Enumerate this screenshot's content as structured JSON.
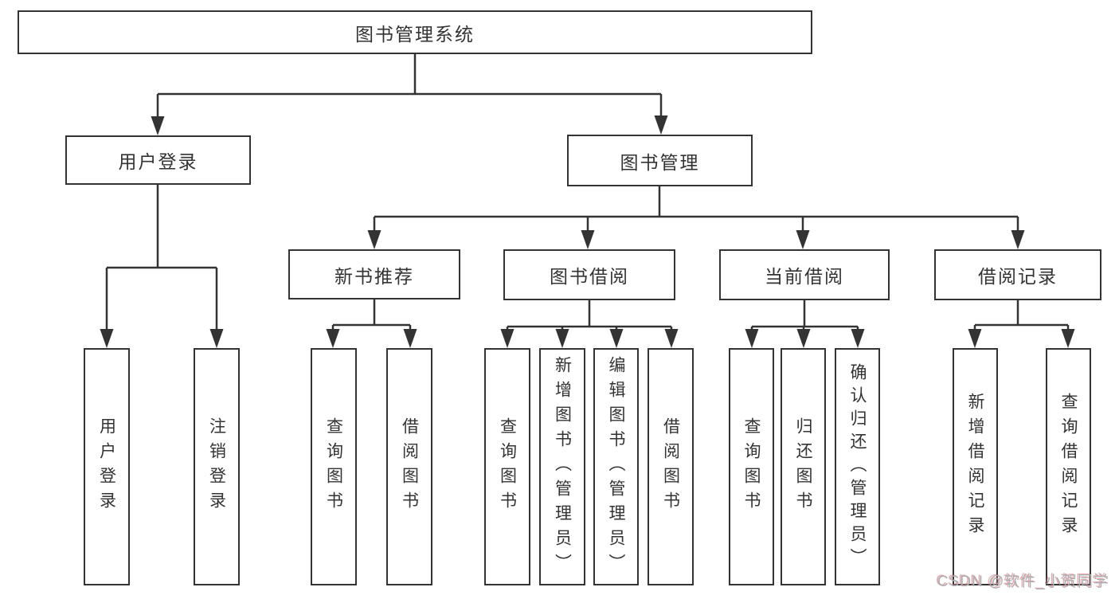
{
  "diagram": {
    "title_note": "functional structure diagram",
    "line_color": "#333333",
    "nodes": {
      "root": "图书管理系统",
      "user_login": "用户登录",
      "book_mgmt": "图书管理",
      "new_book": "新书推荐",
      "book_borrow": "图书借阅",
      "current_borrow": "当前借阅",
      "borrow_record": "借阅记录",
      "leaf_login": "用户登录",
      "leaf_logout": "注销登录",
      "leaf_nb_query": "查询图书",
      "leaf_nb_borrow": "借阅图书",
      "leaf_bb_query": "查询图书",
      "leaf_bb_add": "新增图书（管理员）",
      "leaf_bb_edit": "编辑图书（管理员）",
      "leaf_bb_borrow": "借阅图书",
      "leaf_cb_query": "查询图书",
      "leaf_cb_return": "归还图书",
      "leaf_cb_confirm": "确认归还（管理员）",
      "leaf_br_add": "新增借阅记录",
      "leaf_br_query": "查询借阅记录"
    }
  },
  "watermark": "CSDN @软件_小贺同学"
}
